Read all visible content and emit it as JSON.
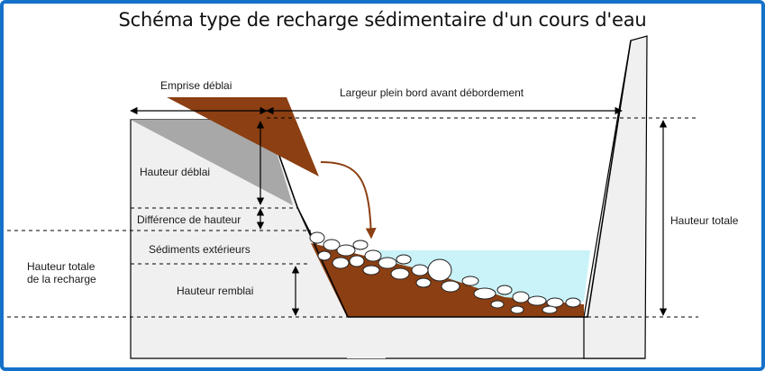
{
  "title": "Schéma type de recharge sédimentaire d'un cours d'eau",
  "labels": {
    "emprise_deblai": "Emprise déblai",
    "largeur": "Largeur plein bord avant débordement",
    "hauteur_deblai": "Hauteur déblai",
    "difference_hauteur": "Différence de hauteur",
    "sediments_exterieurs": "Sédiments extérieurs",
    "hauteur_remblai": "Hauteur remblai",
    "hauteur_totale_recharge_1": "Hauteur totale",
    "hauteur_totale_recharge_2": "de la recharge",
    "hauteur_totale": "Hauteur totale"
  },
  "colors": {
    "border": "#1571c9",
    "bank": "#f0f0f0",
    "excavation": "#a8a8a8",
    "sediment": "#8b3f12",
    "water": "#c9f3f8",
    "line": "#000000"
  }
}
